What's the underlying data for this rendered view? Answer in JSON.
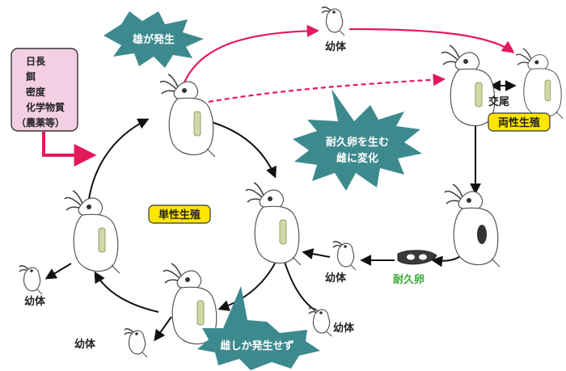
{
  "factors_box": {
    "lines": [
      "日長",
      "餌",
      "密度",
      "化学物質",
      "（農薬等）"
    ]
  },
  "labels": {
    "parthenogenesis": "単性生殖",
    "sexual_reproduction": "両性生殖",
    "mating": "交尾",
    "resting_egg": "耐久卵",
    "juvenile_top": "幼体",
    "juvenile_left": "幼体",
    "juvenile_bottom": "幼体",
    "juvenile_middle": "幼体",
    "juvenile_right": "幼体"
  },
  "callouts": {
    "males_appear": "雄が発生",
    "resting_egg_female": [
      "耐久卵を生む",
      "雌に変化"
    ],
    "females_only": "雌しか発生せず"
  },
  "colors": {
    "callout_fill": "#3d8a8e",
    "label_highlight": "#ffe600",
    "factors_box_fill": "#f3cfe3",
    "red_arrow": "#e3195a",
    "black_arrow": "#111111",
    "green_text": "#3bab3b"
  },
  "icons": {
    "daphnia": "daphnia-icon",
    "resting_egg": "ephippium-icon"
  }
}
